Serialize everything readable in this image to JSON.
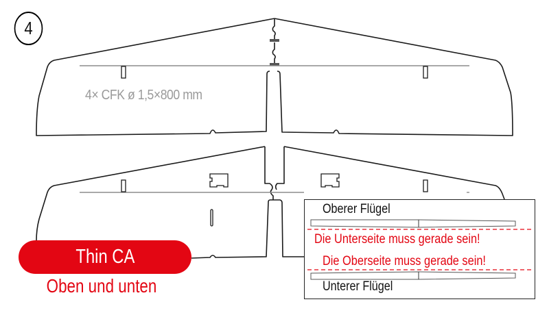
{
  "step": {
    "number": "4"
  },
  "upper_wing": {
    "rod_label": "4× CFK ø 1,5×800 mm"
  },
  "glue": {
    "pill_label": "Thin CA",
    "sub_label": "Oben und unten",
    "color": "#e30613"
  },
  "legend": {
    "upper_title": "Oberer Flügel",
    "warning_bottom_side": "Die Unterseite muss gerade sein!",
    "warning_top_side": "Die Oberseite muss gerade sein!",
    "lower_title": "Unterer Flügel",
    "warning_color": "#e30613"
  },
  "colors": {
    "outline": "#1a1a1a",
    "rod_line": "#8c8c8c",
    "label_gray": "#9a9a9a"
  }
}
